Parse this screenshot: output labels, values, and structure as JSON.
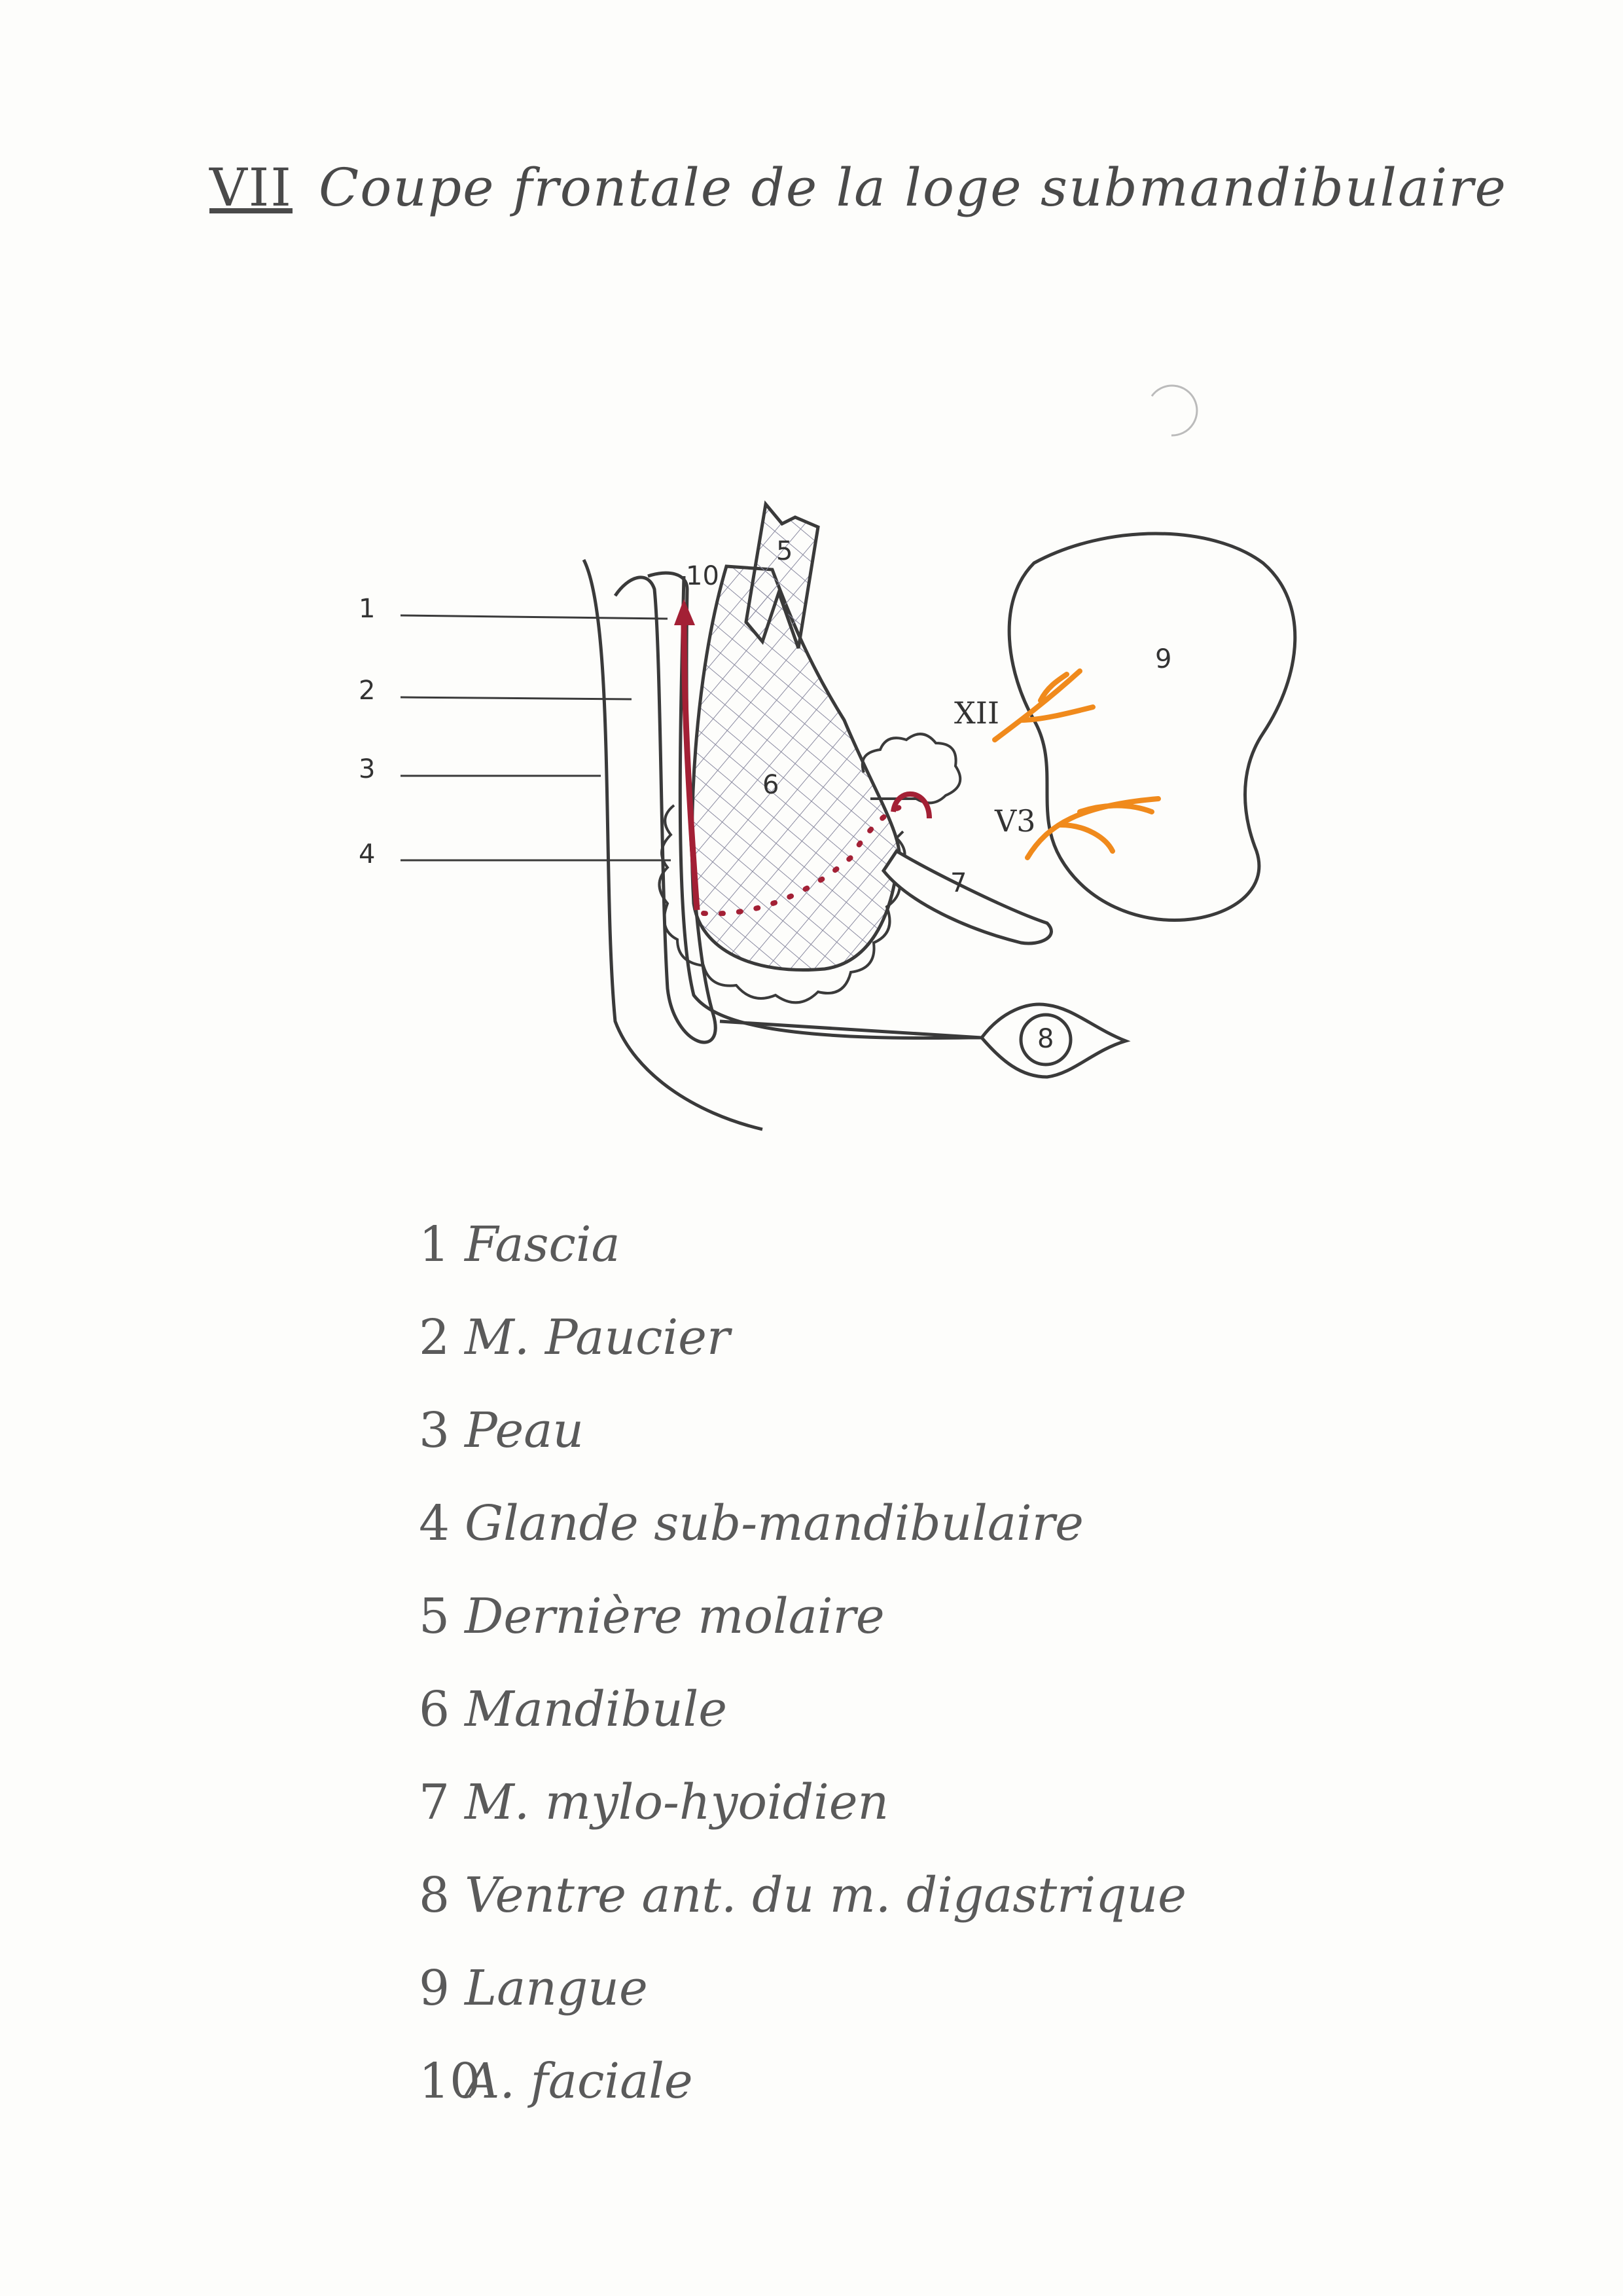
{
  "title": {
    "number": "VII",
    "text": "Coupe frontale de la loge submandibulaire"
  },
  "diagram": {
    "callouts": [
      "1",
      "2",
      "3",
      "4"
    ],
    "structure_labels": [
      "5",
      "6",
      "7",
      "8",
      "9",
      "10"
    ],
    "nerve_labels": [
      "XII",
      "V3"
    ],
    "colors": {
      "artery": "#a32035",
      "nerve": "#f08a1c",
      "ink": "#3a3a3a"
    }
  },
  "legend": [
    {
      "num": "1",
      "text": "Fascia"
    },
    {
      "num": "2",
      "text": "M. Paucier"
    },
    {
      "num": "3",
      "text": "Peau"
    },
    {
      "num": "4",
      "text": "Glande sub-mandibulaire"
    },
    {
      "num": "5",
      "text": "Dernière molaire"
    },
    {
      "num": "6",
      "text": "Mandibule"
    },
    {
      "num": "7",
      "text": "M. mylo-hyoidien"
    },
    {
      "num": "8",
      "text": "Ventre ant. du m. digastrique"
    },
    {
      "num": "9",
      "text": "Langue"
    },
    {
      "num": "10",
      "text": "A. faciale"
    }
  ]
}
